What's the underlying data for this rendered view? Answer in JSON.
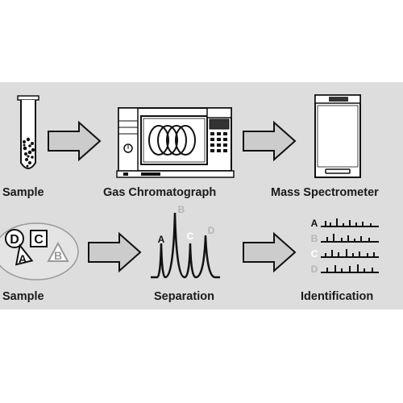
{
  "top_row": {
    "sample_label": "Sample",
    "gc_label": "Gas Chromatograph",
    "ms_label": "Mass Spectrometer"
  },
  "bottom_row": {
    "sample_label": "Sample",
    "separation_label": "Separation",
    "identification_label": "Identification",
    "sample_letters": [
      "D",
      "C",
      "A",
      "B"
    ],
    "peak_letters": [
      "A",
      "B",
      "C",
      "D"
    ],
    "spectrum_letters": [
      "A",
      "B",
      "C",
      "D"
    ]
  },
  "colors": {
    "panel_bg": "#dddddd",
    "ink": "#111111",
    "arrow_fill": "#cccccc",
    "faded_letter": "#b5b5b5",
    "white_letter": "#ffffff"
  }
}
